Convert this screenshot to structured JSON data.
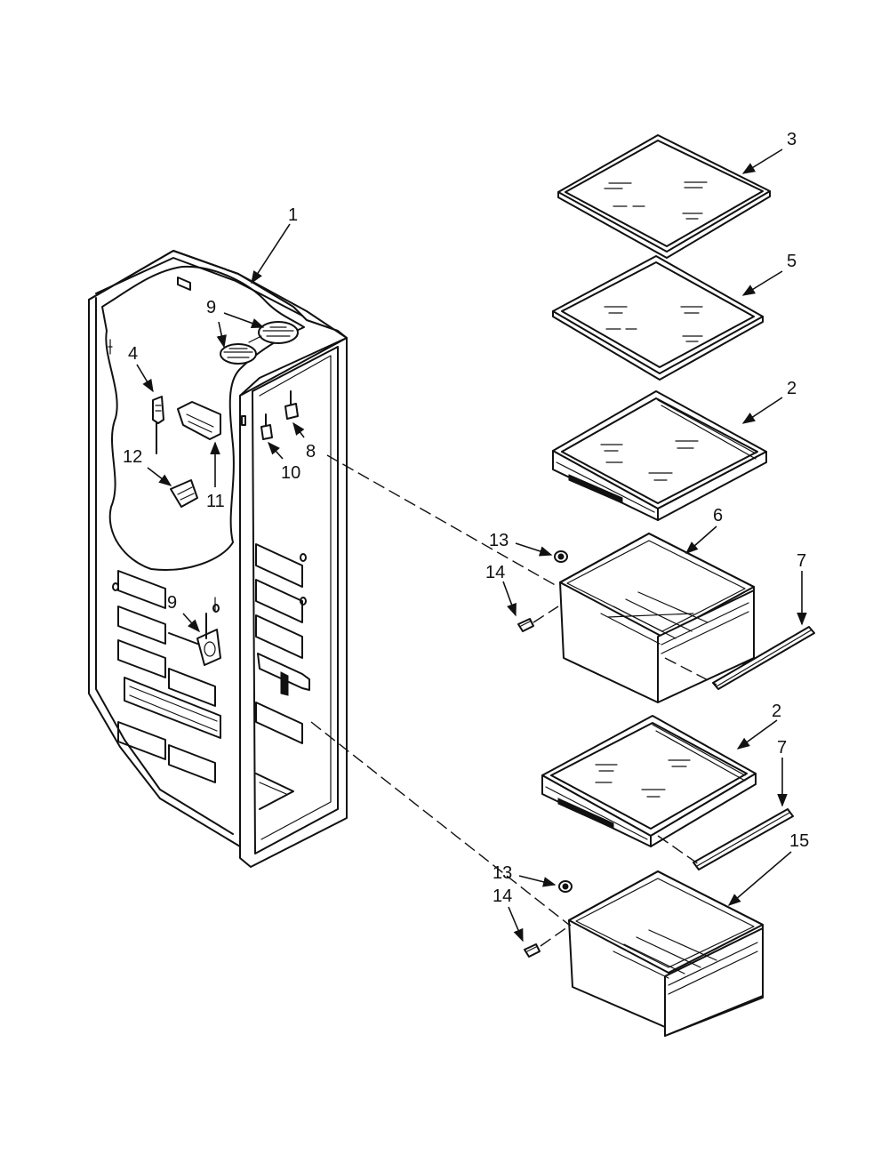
{
  "labels": {
    "cabinet": "1",
    "shelf_upper": "2",
    "shelf_lower": "2",
    "glass_shelf_top": "3",
    "glass_shelf_mid": "5",
    "light_socket": "4",
    "crisper_upper": "6",
    "rail_upper": "7",
    "rail_lower": "7",
    "plug": "8",
    "damper_top": "9",
    "damper_mid": "9",
    "plug_lower": "10",
    "housing": "11",
    "bracket": "12",
    "cap_upper": "13",
    "cap_lower": "13",
    "screw_upper": "14",
    "screw_lower": "14",
    "crisper_lower": "15"
  }
}
